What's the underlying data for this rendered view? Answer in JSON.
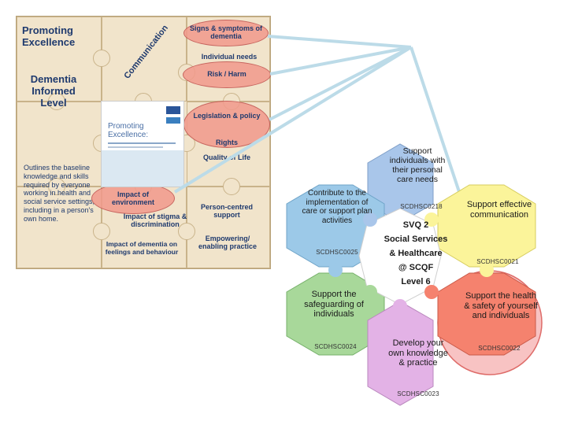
{
  "board": {
    "promoting_excellence": "Promoting Excellence",
    "communication": "Communication",
    "dementia_level": "Dementia Informed Level",
    "description": "Outlines the baseline knowledge and skills required by everyone working in health and social service settings, including in a person's own home.",
    "signs": "Signs & symptoms of dementia",
    "individual_needs": "Individual needs",
    "risk": "Risk / Harm",
    "legislation": "Legislation & policy",
    "rights": "Rights",
    "quality_of_life": "Quality of Life",
    "impact_env": "Impact of environment",
    "impact_stigma": "Impact of stigma & discrimination",
    "impact_feelings": "Impact of dementia on feelings and behaviour",
    "person_centred": "Person-centred support",
    "empowering": "Empowering/ enabling practice",
    "doc_title": "Promoting Excellence:"
  },
  "hexes": {
    "top": {
      "label": "Support individuals with their personal care needs",
      "code": "SCDHSC0218",
      "color": "#a9c6ea"
    },
    "left": {
      "label": "Contribute to the implementation of care or support plan activities",
      "code": "SCDHSC0025",
      "color": "#9cc9e8"
    },
    "right": {
      "label": "Support effective communication",
      "code": "SCDHSC0021",
      "color": "#fbf49a"
    },
    "center": {
      "line1": "SVQ 2",
      "line2": "Social Services",
      "line3": "& Healthcare",
      "line4": "@ SCQF",
      "line5": "Level 6"
    },
    "bottom_left": {
      "label": "Support the safeguarding of individuals",
      "code": "SCDHSC0024",
      "color": "#a8d89a"
    },
    "bottom": {
      "label": "Develop your own knowledge & practice",
      "code": "SCDHSC0023",
      "color": "#e3b2e6"
    },
    "bottom_right": {
      "label": "Support the health & safety of yourself and individuals",
      "code": "SCDHSC0022",
      "color": "#f5826e"
    }
  },
  "colors": {
    "board": "#f1e4cb",
    "oval": "#f29a8c",
    "connector": "#bcdbe8",
    "highlight_circle": "#f7b9b9"
  }
}
